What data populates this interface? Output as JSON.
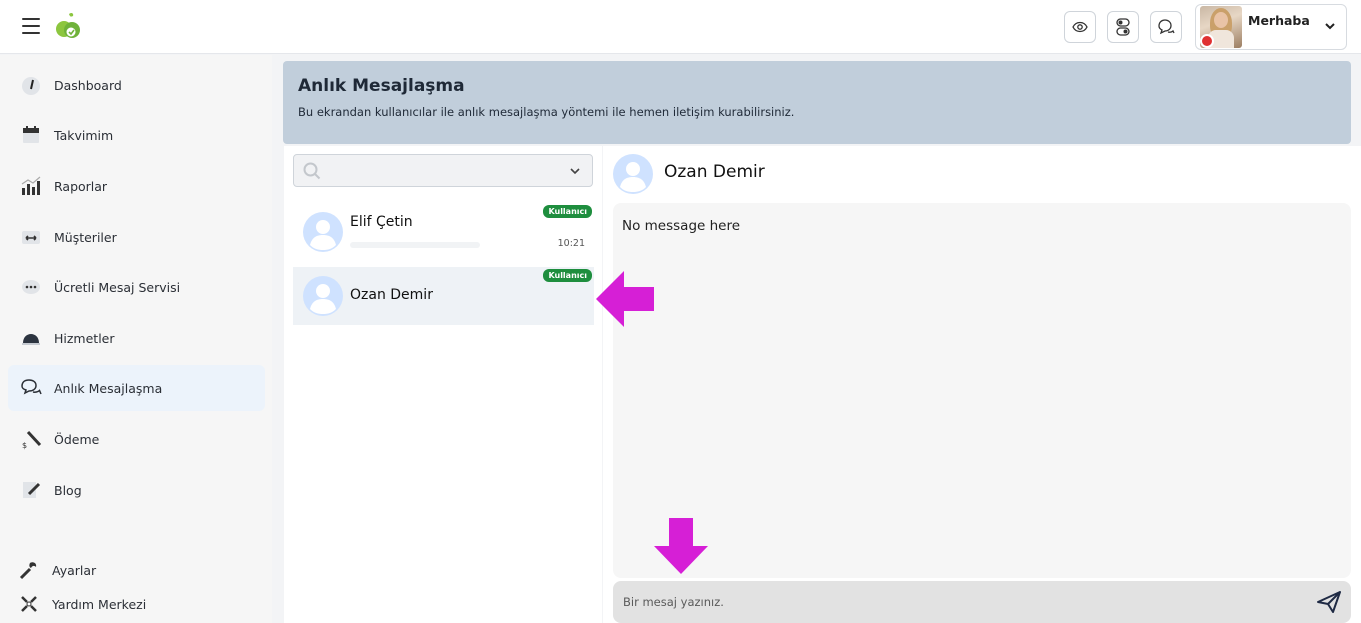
{
  "header": {
    "greeting": "Merhaba"
  },
  "sidebar": {
    "items": [
      {
        "label": "Dashboard",
        "icon": "gauge-icon"
      },
      {
        "label": "Takvimim",
        "icon": "calendar-icon"
      },
      {
        "label": "Raporlar",
        "icon": "bar-chart-icon"
      },
      {
        "label": "Müşteriler",
        "icon": "customers-icon"
      },
      {
        "label": "Ücretli Mesaj Servisi",
        "icon": "message-dots-icon"
      },
      {
        "label": "Hizmetler",
        "icon": "service-bell-icon"
      },
      {
        "label": "Anlık Mesajlaşma",
        "icon": "chat-bubbles-icon",
        "active": true
      },
      {
        "label": "Ödeme",
        "icon": "payment-icon"
      },
      {
        "label": "Blog",
        "icon": "pen-icon"
      }
    ],
    "bottom": [
      {
        "label": "Ayarlar",
        "icon": "wrench-icon"
      },
      {
        "label": "Yardım Merkezi",
        "icon": "help-icon"
      }
    ]
  },
  "banner": {
    "title": "Anlık Mesajlaşma",
    "subtitle": "Bu ekrandan kullanıcılar ile anlık mesajlaşma yöntemi ile hemen iletişim kurabilirsiniz."
  },
  "contacts": [
    {
      "name": "Elif Çetin",
      "badge": "Kullanıcı",
      "time": "10:21",
      "selected": false
    },
    {
      "name": "Ozan Demir",
      "badge": "Kullanıcı",
      "time": "",
      "selected": true
    }
  ],
  "chat": {
    "contact_name": "Ozan Demir",
    "empty_text": "No message here",
    "input_placeholder": "Bir mesaj yazınız."
  },
  "colors": {
    "banner": "#c1cedb",
    "badge": "#1e8e3e",
    "annotation_arrow": "#d61fd6",
    "avatar": "#cfe2ff"
  }
}
